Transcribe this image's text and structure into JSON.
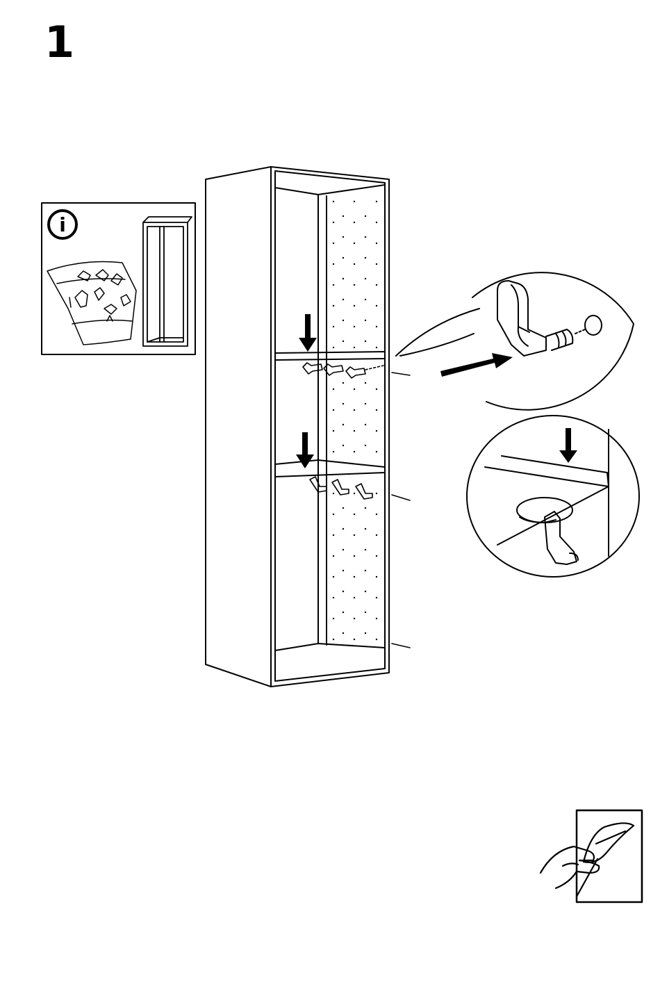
{
  "step": {
    "number": "1"
  },
  "info_box": {
    "icon": "info-icon",
    "letter": "i"
  },
  "icons": {
    "cabinet": "cabinet-frame-icon",
    "hardware_bag": "hardware-bag-icon",
    "shelf_support_detail": "shelf-support-detail",
    "shelf_placement_detail": "shelf-placement-detail",
    "turn_page": "turn-page-icon"
  },
  "colors": {
    "ink": "#000000",
    "paper": "#ffffff"
  }
}
